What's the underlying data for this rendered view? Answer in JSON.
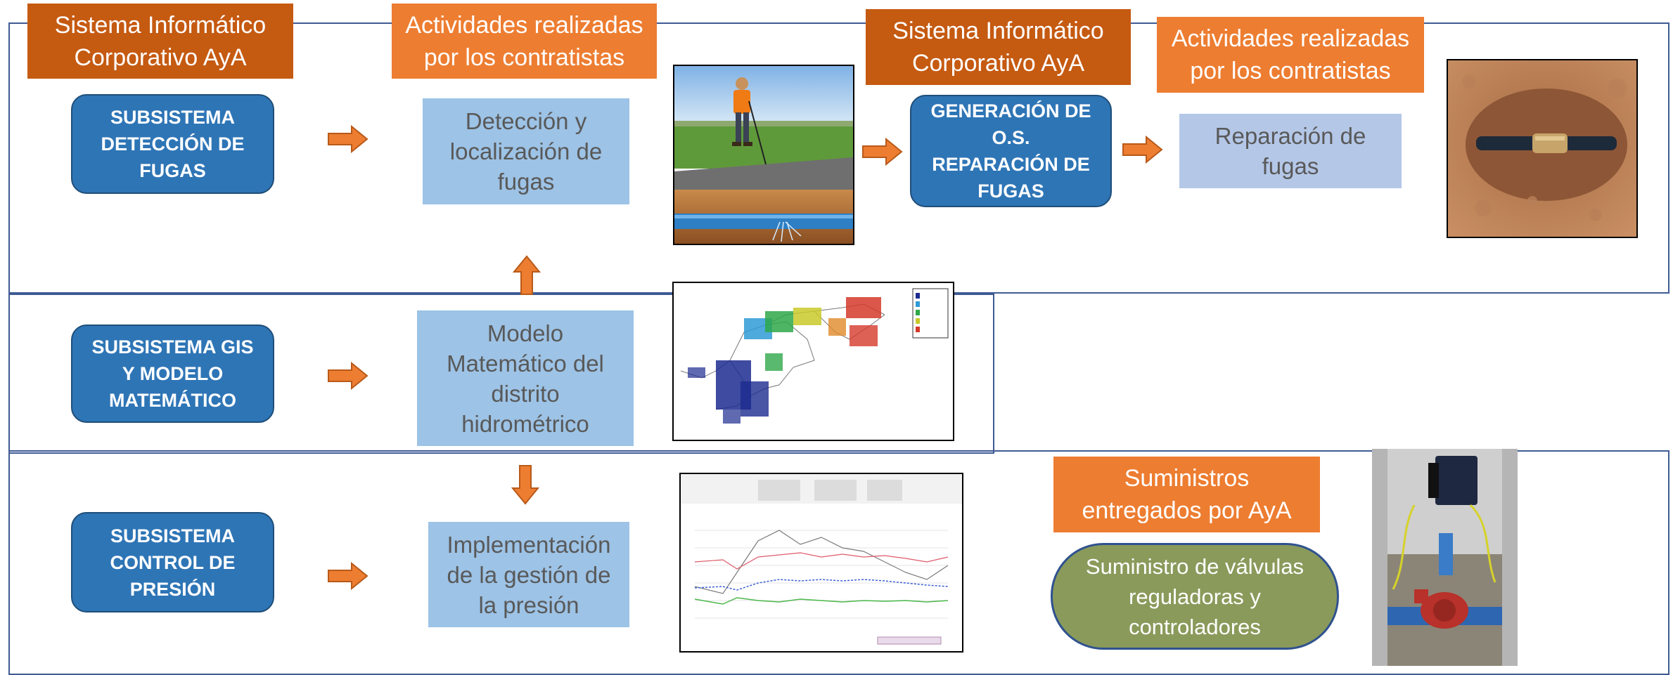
{
  "headers": {
    "sistema_1": "Sistema Informático\nCorporativo AyA",
    "actividades_1": "Actividades realizadas\npor los contratistas",
    "sistema_2": "Sistema Informático\nCorporativo AyA",
    "actividades_2": "Actividades realizadas\npor los contratistas",
    "suministros": "Suministros\nentregados por AyA"
  },
  "subsystems": {
    "deteccion": "SUBSISTEMA\nDETECCIÓN DE\nFUGAS",
    "gis": "SUBSISTEMA GIS\nY MODELO\nMATEMÁTICO",
    "presion": "SUBSISTEMA\nCONTROL DE\nPRESIÓN",
    "generacion": "GENERACIÓN DE\nO.S.\nREPARACIÓN DE\nFUGAS"
  },
  "activities": {
    "deteccion": "Detección y\nlocalización de\nfugas",
    "reparacion": "Reparación de\nfugas",
    "modelo": "Modelo\nMatemático del\ndistrito\nhidrométrico",
    "implementacion": "Implementación\nde la gestión de\nla presión",
    "suministro_valvulas": "Suministro de válvulas\nreguladoras y\ncontroladores"
  },
  "colors": {
    "frame": "#3f5b94",
    "header_dark_orange": "#c55a11",
    "header_orange": "#ed7d31",
    "subsystem_blue": "#2e75b6",
    "activity_light_blue": "#9dc3e6",
    "activity_pale_blue": "#b4c7e7",
    "supply_green": "#8a9a5b",
    "arrow_orange": "#ed7d31"
  },
  "icons": {
    "arrow_right": "arrow-right-icon",
    "arrow_up": "arrow-up-icon",
    "arrow_down": "arrow-down-icon"
  },
  "images": {
    "leak_detection_photo": "technician-listening-pipe-photo",
    "pipe_repair_photo": "repaired-pipe-in-trench-photo",
    "network_map": "hydraulic-network-model-map",
    "pressure_chart": "pressure-monitoring-screenshot",
    "valve_photo": "pressure-reducing-valve-photo"
  }
}
